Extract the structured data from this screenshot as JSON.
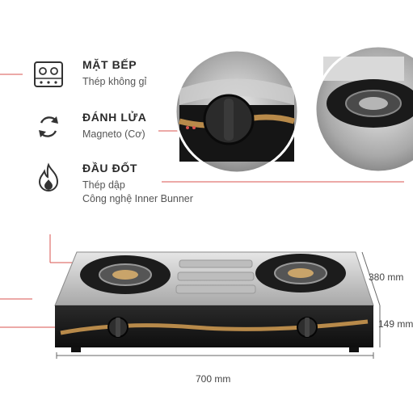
{
  "features": [
    {
      "icon": "cooktop-surface-icon",
      "title": "MẶT BẾP",
      "lines": [
        "Thép không gỉ"
      ]
    },
    {
      "icon": "ignition-cycle-icon",
      "title": "ĐÁNH LỬA",
      "lines": [
        "Magneto (Cơ)"
      ]
    },
    {
      "icon": "flame-icon",
      "title": "ĐẦU ĐỐT",
      "lines": [
        "Thép dập",
        "Công nghệ Inner Bunner"
      ]
    }
  ],
  "dimensions": {
    "width": "700 mm",
    "depth": "380 mm",
    "height": "149 mm"
  },
  "colors": {
    "accent": "#d9534f",
    "steel": "#c9c9c9",
    "body": "#1b1b1b",
    "gold": "#b88a4a"
  }
}
